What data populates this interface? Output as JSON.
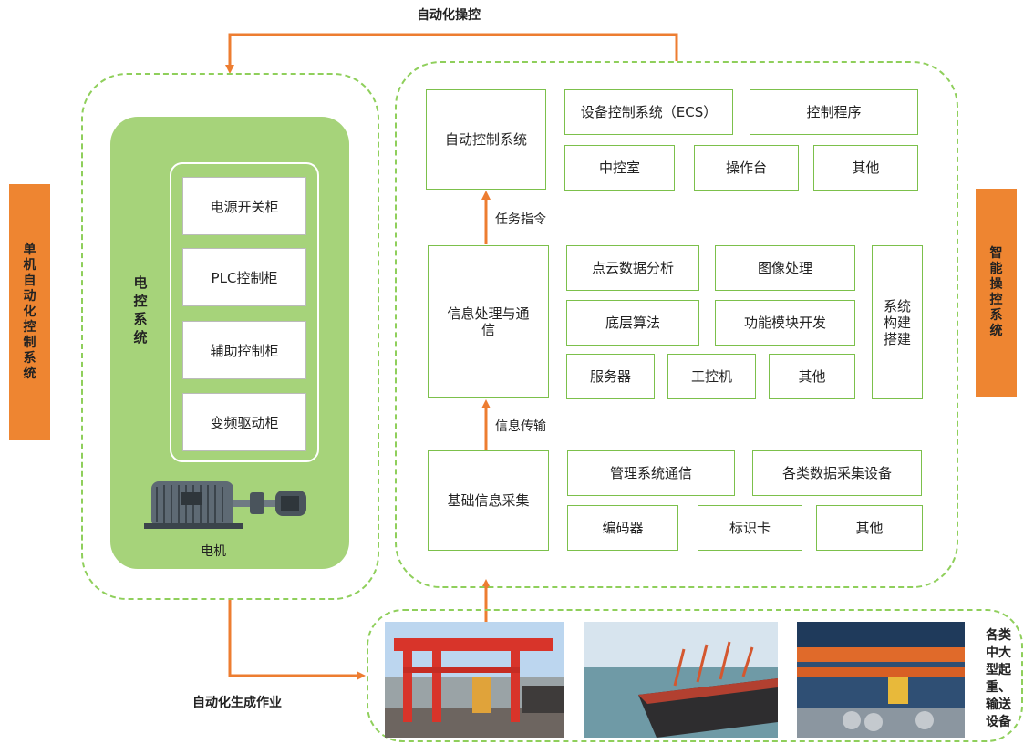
{
  "top_label": "自动化操控",
  "bottom_label": "自动化生成作业",
  "left_system": "单\n机\n自\n动\n化\n控\n制\n系\n统",
  "right_system": "智\n能\n操\n控\n系\n统",
  "electric": {
    "title": "电\n控\n系\n统",
    "cabinets": [
      "电源开关柜",
      "PLC控制柜",
      "辅助控制柜",
      "变频驱动柜"
    ],
    "motor_label": "电机"
  },
  "control_row": {
    "main": "自动控制系统",
    "items": [
      "设备控制系统（ECS）",
      "控制程序",
      "中控室",
      "操作台",
      "其他"
    ]
  },
  "arrow1_label": "任务指令",
  "info_row": {
    "main": "信息处理与通\n信",
    "items": [
      "点云数据分析",
      "图像处理",
      "底层算法",
      "功能模块开发",
      "服务器",
      "工控机",
      "其他"
    ],
    "side": "系统\n构建\n搭建"
  },
  "arrow2_label": "信息传输",
  "collect_row": {
    "main": "基础信息采集",
    "items": [
      "管理系统通信",
      "各类数据采集设备",
      "编码器",
      "标识卡",
      "其他"
    ]
  },
  "equipment_label": "各类\n中大\n型起\n重、\n输送\n设备",
  "colors": {
    "green": "#8fcf5b",
    "orange": "#ee8531",
    "arrow": "#ed7d31",
    "panel": "#a6d37a"
  }
}
